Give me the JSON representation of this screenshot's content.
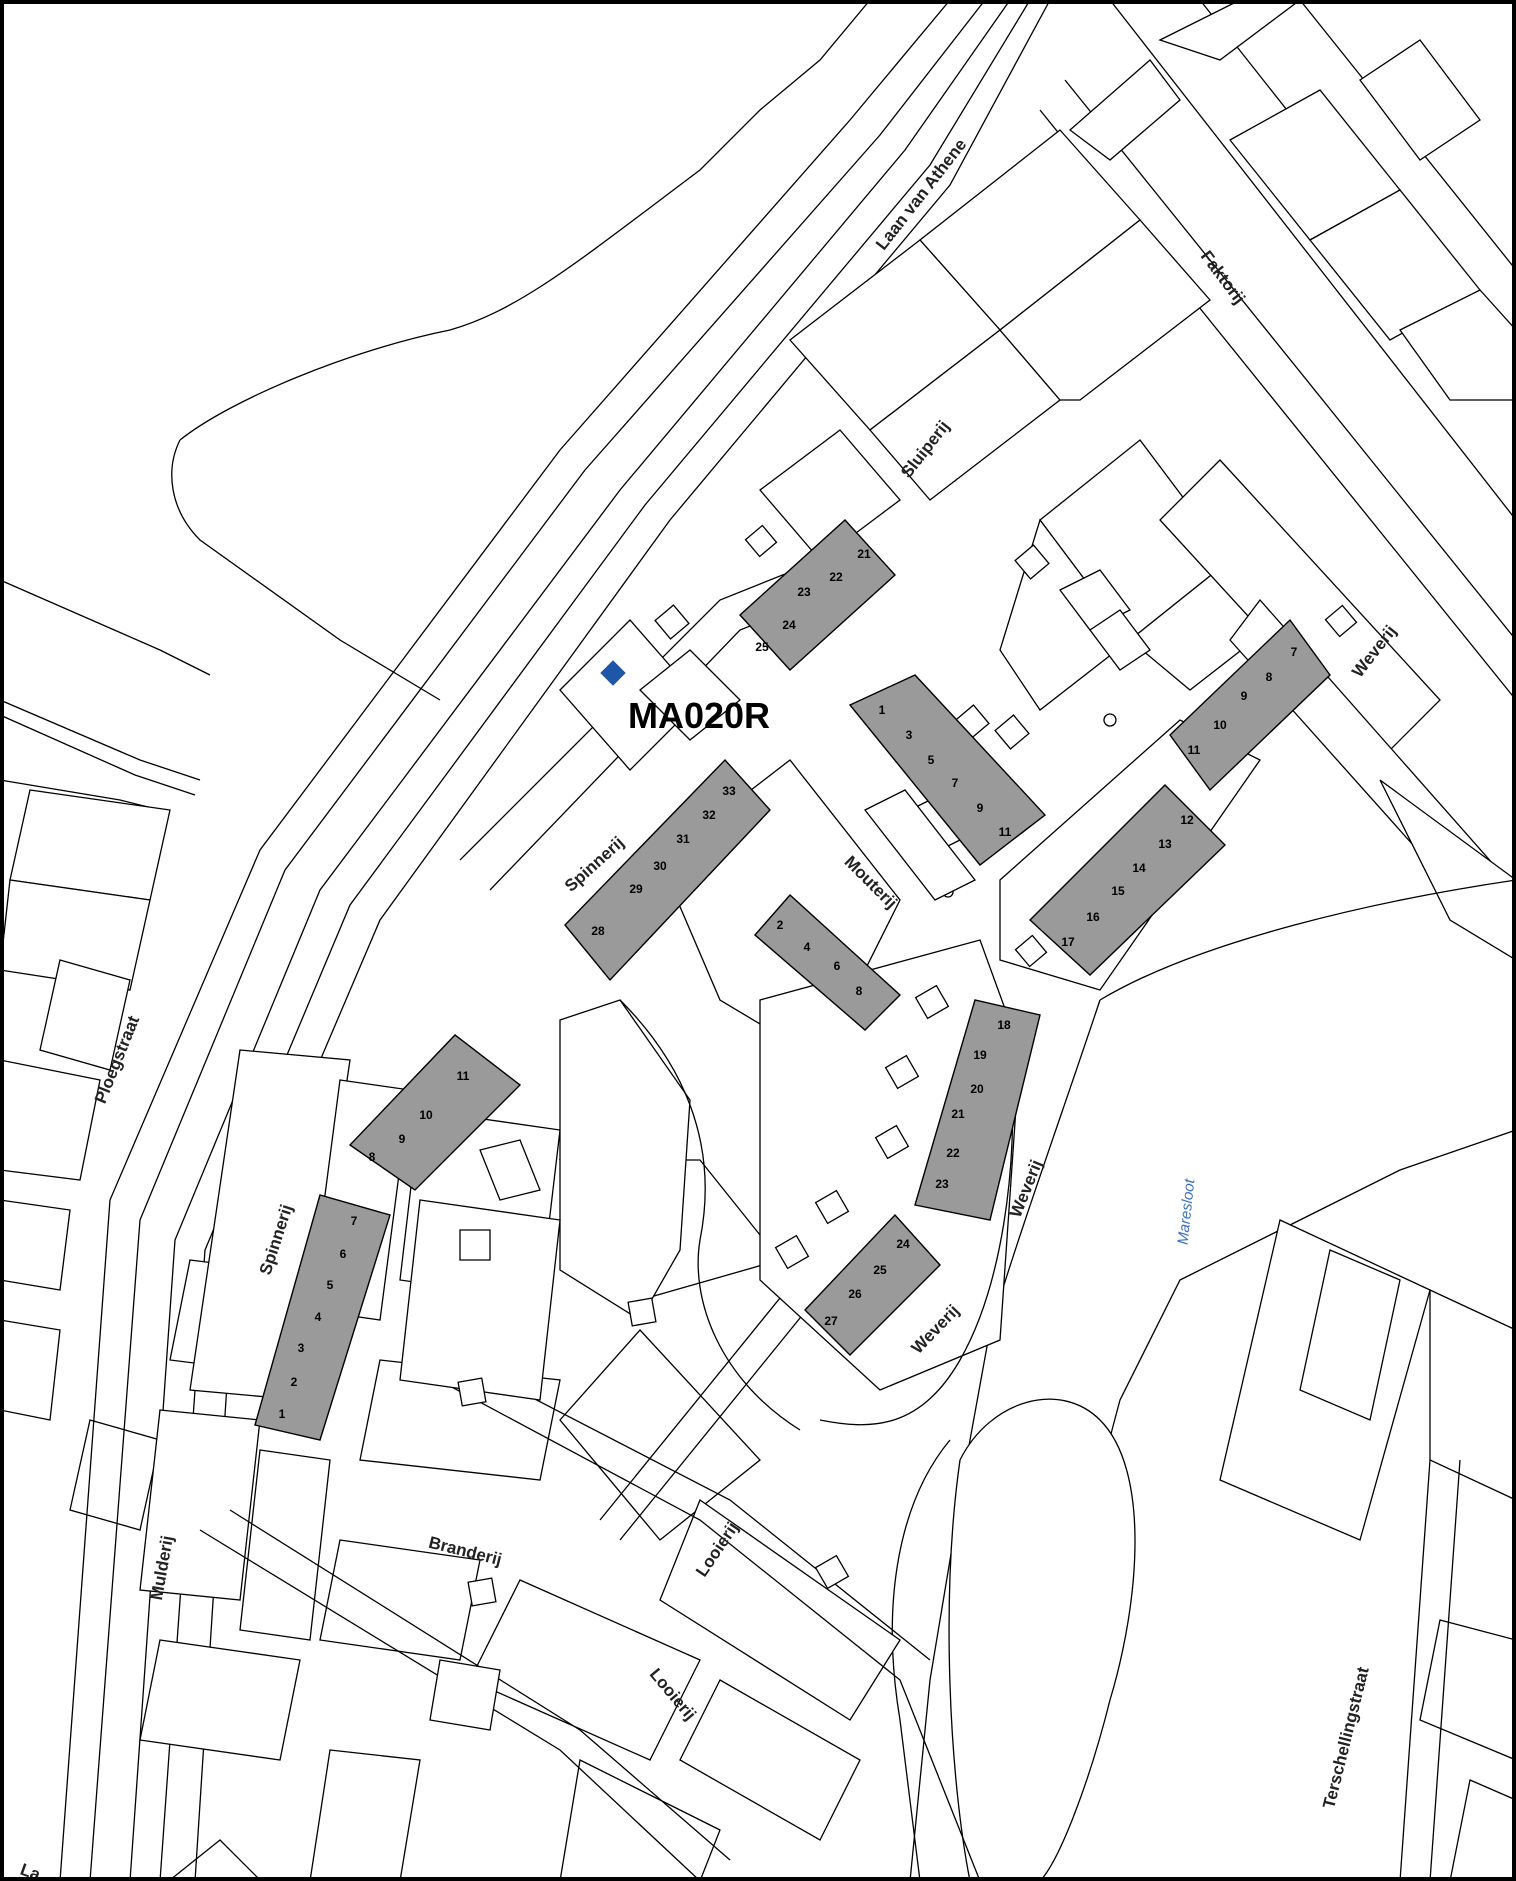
{
  "map": {
    "marker_label": "MA020R",
    "marker_color": "#1f56a8",
    "building_fill": "#9a9a9a",
    "water_label_color": "#3a6fc4",
    "street_labels": [
      {
        "id": "laan-van-athene",
        "text": "Laan van Athene"
      },
      {
        "id": "faktorij",
        "text": "Faktorij"
      },
      {
        "id": "sluiperij",
        "text": "Sluiperij"
      },
      {
        "id": "weverij-ne",
        "text": "Weverij"
      },
      {
        "id": "mouterij",
        "text": "Mouterij"
      },
      {
        "id": "spinnerij-n",
        "text": "Spinnerij"
      },
      {
        "id": "ploegstraat",
        "text": "Ploegstraat"
      },
      {
        "id": "spinnerij-w",
        "text": "Spinnerij"
      },
      {
        "id": "weverij-e",
        "text": "Weverij"
      },
      {
        "id": "weverij-s",
        "text": "Weverij"
      },
      {
        "id": "branderij",
        "text": "Branderij"
      },
      {
        "id": "mulderij",
        "text": "Mulderij"
      },
      {
        "id": "looierij-n",
        "text": "Looierij"
      },
      {
        "id": "looierij-s",
        "text": "Looierij"
      },
      {
        "id": "terschellingstraat",
        "text": "Terschellingstraat"
      },
      {
        "id": "la-partial",
        "text": "La"
      }
    ],
    "water_labels": [
      {
        "id": "maresloot",
        "text": "Maresloot"
      }
    ],
    "house_numbers": [
      "21",
      "22",
      "23",
      "24",
      "25",
      "1",
      "3",
      "5",
      "7",
      "9",
      "11",
      "7",
      "8",
      "9",
      "10",
      "11",
      "12",
      "13",
      "14",
      "15",
      "16",
      "17",
      "33",
      "32",
      "31",
      "30",
      "29",
      "28",
      "2",
      "4",
      "6",
      "8",
      "18",
      "19",
      "20",
      "21",
      "22",
      "23",
      "11",
      "10",
      "9",
      "8",
      "7",
      "6",
      "5",
      "4",
      "3",
      "2",
      "1",
      "24",
      "25",
      "26",
      "27"
    ]
  }
}
